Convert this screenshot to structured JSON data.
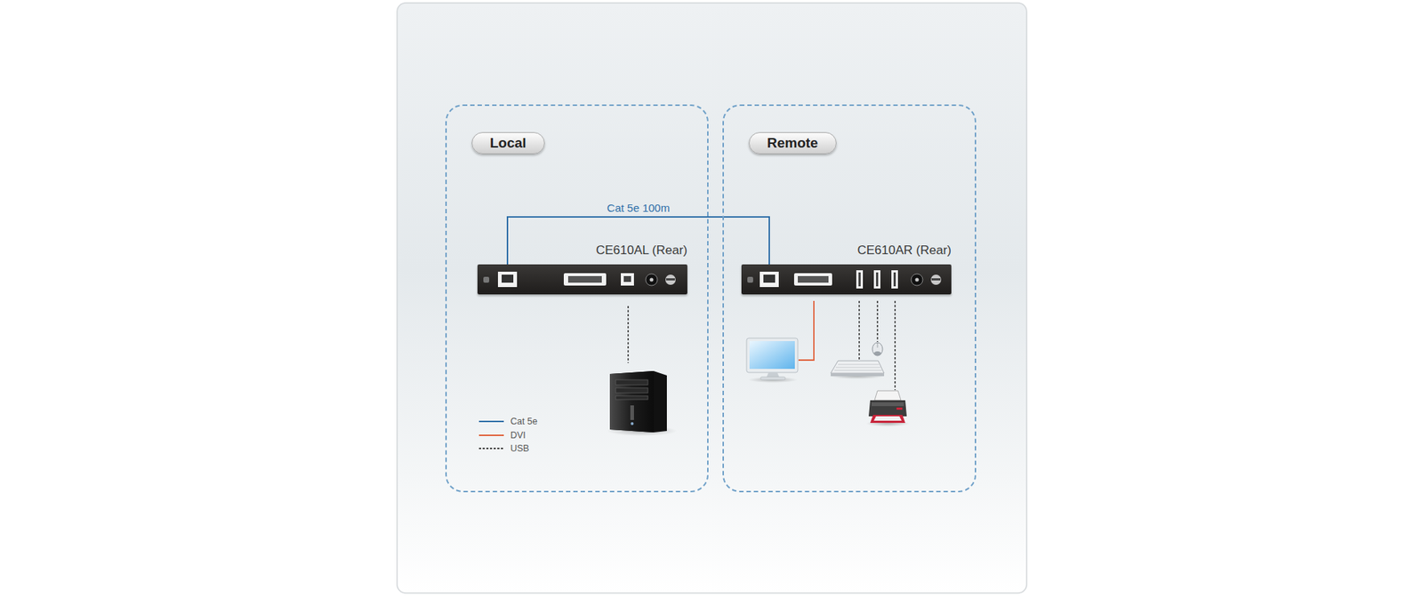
{
  "diagram": {
    "nodes": [
      {
        "text": [
          "Local"
        ]
      },
      {
        "text": [
          "CE610AL (Rear)"
        ],
        "in": 0
      },
      {
        "text": [
          "Remote"
        ]
      },
      {
        "text": [
          "CE610AR (Rear)"
        ],
        "in": 2
      }
    ],
    "edges": [
      {
        "from": 1,
        "to": 3,
        "label": "Cat 5e 100m",
        "arrow": "none"
      }
    ],
    "legend": [
      {
        "text": "Cat 5e"
      },
      {
        "text": "DVI"
      },
      {
        "text": "USB"
      }
    ]
  }
}
